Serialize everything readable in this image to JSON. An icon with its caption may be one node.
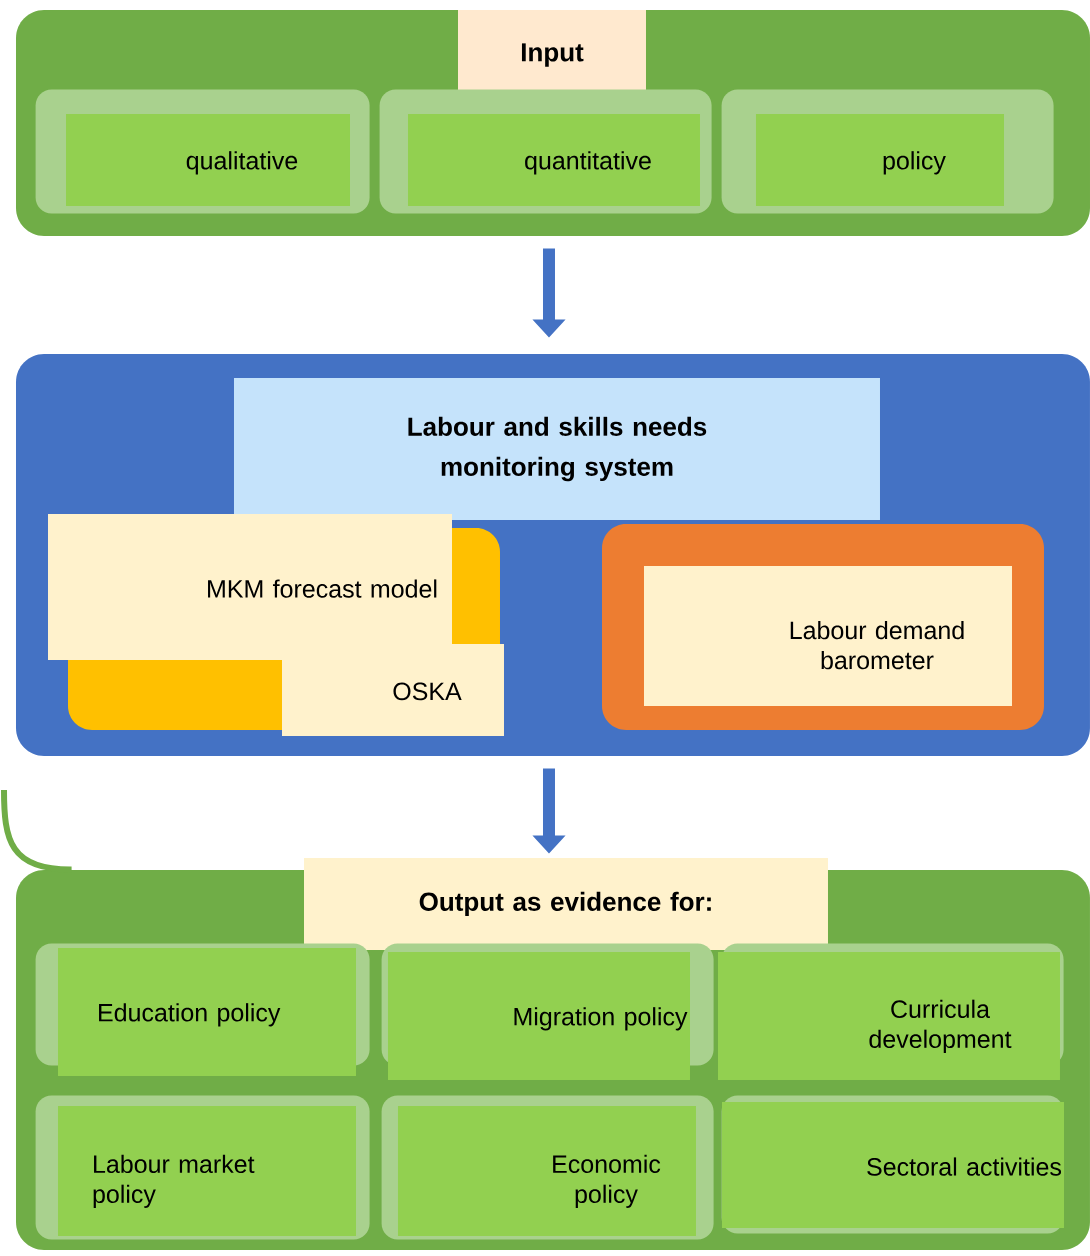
{
  "diagram": {
    "nodes": [
      {
        "text": [
          "Input"
        ]
      },
      {
        "text": [
          "qualitative"
        ],
        "in": 0
      },
      {
        "text": [
          "quantitative"
        ],
        "in": 0
      },
      {
        "text": [
          "policy"
        ],
        "in": 0
      },
      {
        "text": [
          "Labour and skills needs monitoring system"
        ]
      },
      {
        "text": [],
        "shape": "box",
        "in": 4
      },
      {
        "text": [
          "MKM forecast model"
        ],
        "in": 4
      },
      {
        "text": [
          "OSKA"
        ],
        "in": 4
      },
      {
        "text": [],
        "shape": "box",
        "in": 4
      },
      {
        "text": [
          "Labour demand barometer"
        ],
        "in": 8
      },
      {
        "text": [
          "Output as evidence for:"
        ]
      },
      {
        "text": [
          "Education policy"
        ],
        "in": 10
      },
      {
        "text": [
          "Migration policy"
        ],
        "in": 10
      },
      {
        "text": [
          "Curricula development"
        ],
        "in": 10
      },
      {
        "text": [
          "Labour market policy"
        ],
        "in": 10
      },
      {
        "text": [
          "Economic policy"
        ],
        "in": 10
      },
      {
        "text": [
          "Sectoral activities"
        ],
        "in": 10
      }
    ],
    "edges": [
      {
        "from": 0,
        "to": 4,
        "arrow": "to"
      },
      {
        "from": 4,
        "to": 10,
        "arrow": "to"
      },
      {
        "from": 10,
        "to": null,
        "arrow": "none",
        "color": "#70ad47"
      }
    ]
  }
}
